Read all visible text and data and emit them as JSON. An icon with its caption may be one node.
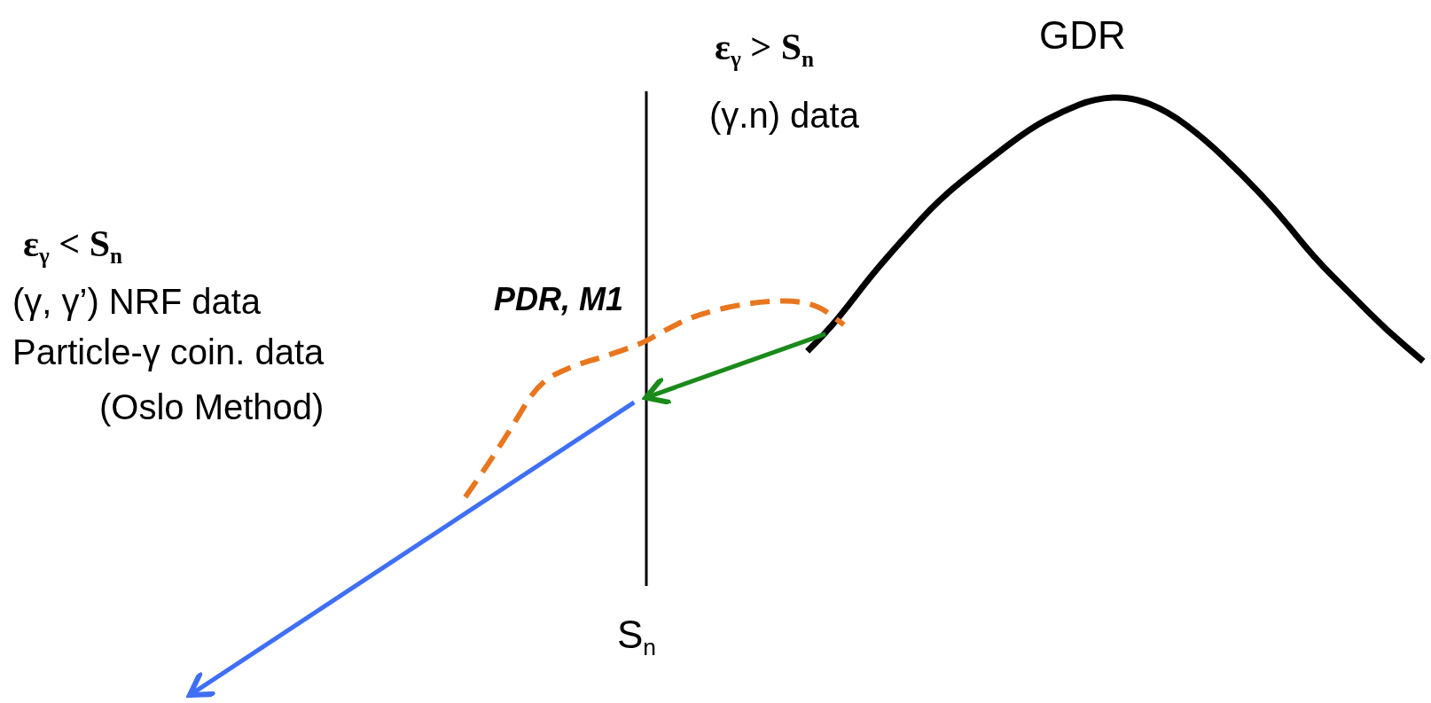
{
  "diagram": {
    "labels": [
      "GDR",
      "ε$_{γ}$ > S$_{n}$",
      "(γ.n) data",
      "ε$_{γ}$ < S$_{n}$",
      "(γ, γ’) NRF data",
      "Particle-γ coin. data",
      "(Oslo Method)",
      "PDR, M1",
      "S$_{n}$"
    ]
  }
}
